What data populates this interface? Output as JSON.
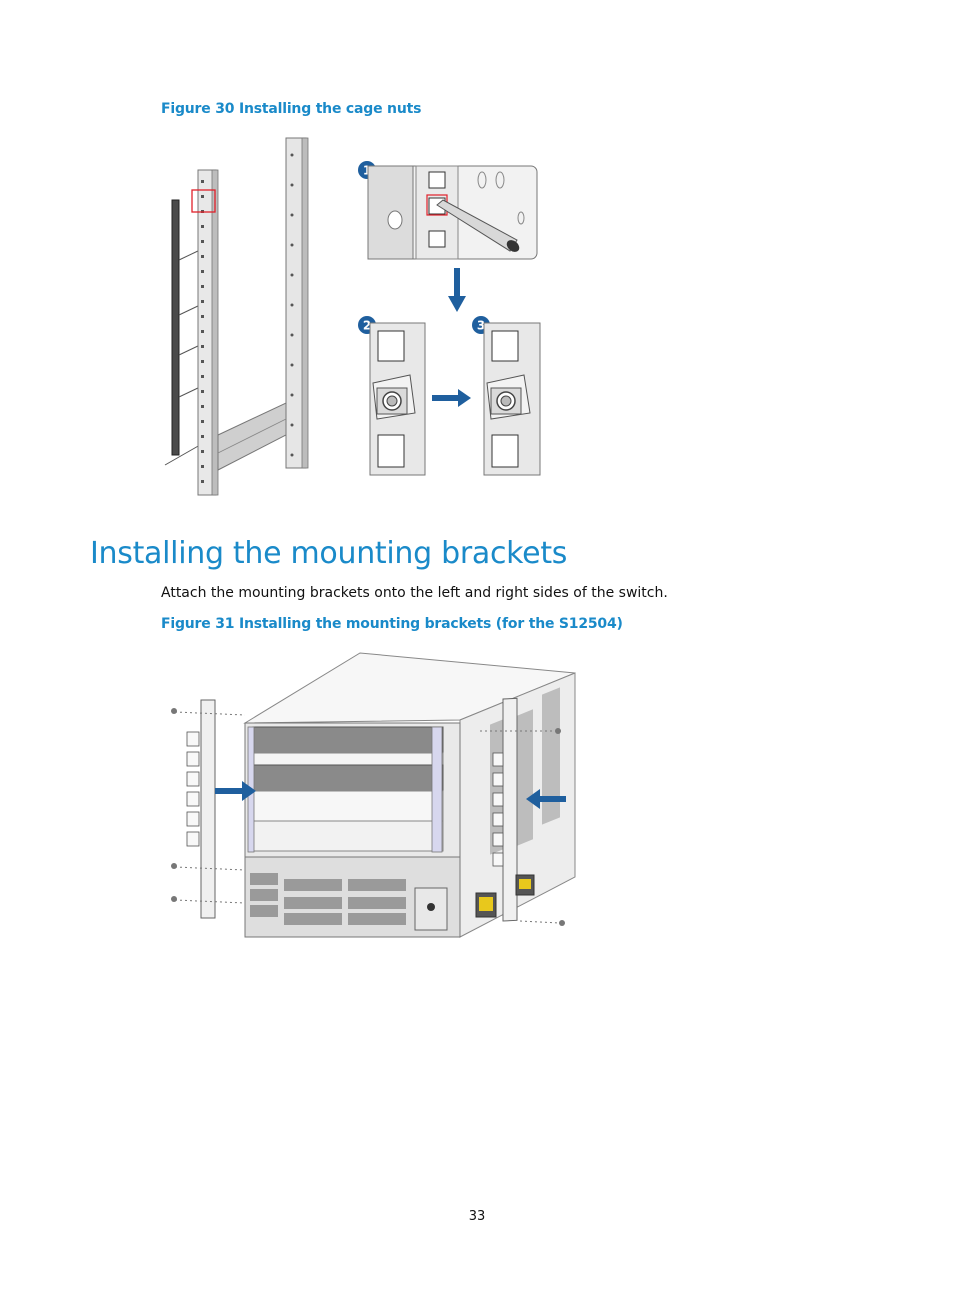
{
  "figure30": {
    "caption": "Figure 30 Installing the cage nuts",
    "step_labels": [
      "1",
      "2",
      "3"
    ]
  },
  "section": {
    "heading": "Installing the mounting brackets",
    "body": "Attach the mounting brackets onto the left and right sides of the switch."
  },
  "figure31": {
    "caption": "Figure 31 Installing the mounting brackets (for the S12504)"
  },
  "footer": {
    "page_number": "33"
  },
  "colors": {
    "accent": "#1a8ac9",
    "arrow": "#1f5f9e",
    "highlight": "#e0202a"
  }
}
